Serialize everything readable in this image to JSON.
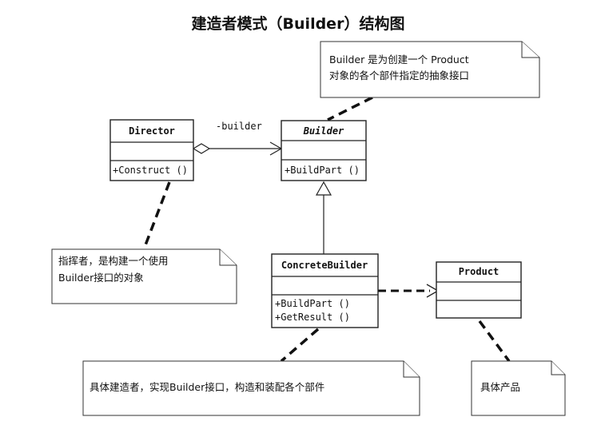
{
  "title": "建造者模式（Builder）结构图",
  "classes": {
    "director": {
      "name": "Director",
      "methods": [
        "+Construct ()"
      ]
    },
    "builder": {
      "name": "Builder",
      "methods": [
        "+BuildPart ()"
      ]
    },
    "concrete_builder": {
      "name": "ConcreteBuilder",
      "methods": [
        "+BuildPart ()",
        "+GetResult ()"
      ]
    },
    "product": {
      "name": "Product",
      "methods": []
    }
  },
  "associations": {
    "director_builder_role": "-builder"
  },
  "notes": {
    "builder_note": [
      "Builder 是为创建一个 Product",
      "对象的各个部件指定的抽象接口"
    ],
    "director_note": [
      "指挥者，是构建一个使用",
      "Builder接口的对象"
    ],
    "concrete_builder_note": [
      "具体建造者，实现Builder接口，构造和装配各个部件"
    ],
    "product_note": [
      "具体产品"
    ]
  }
}
